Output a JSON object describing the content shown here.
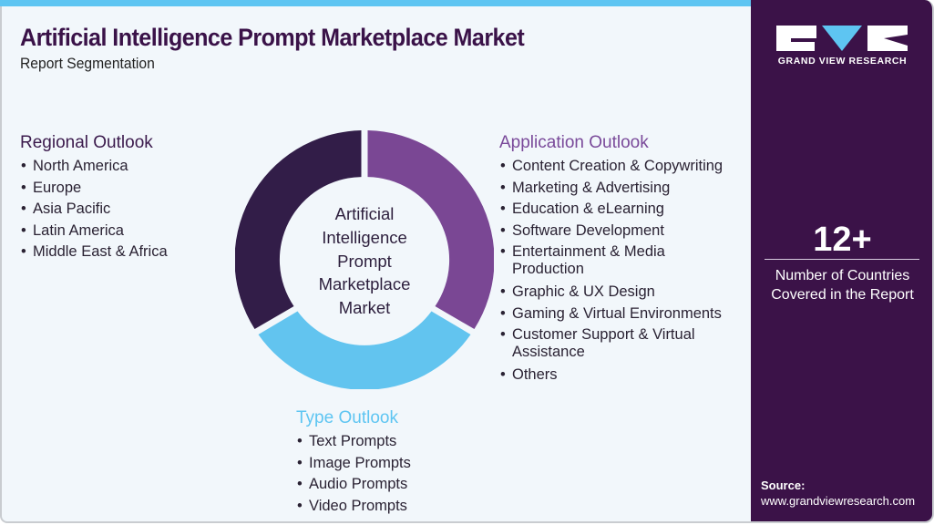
{
  "header": {
    "title": "Artificial Intelligence Prompt Marketplace Market",
    "subtitle": "Report Segmentation"
  },
  "center_label": "Artificial Intelligence Prompt Marketplace Market",
  "center_label_lines": [
    "Artificial",
    "Intelligence",
    "Prompt",
    "Marketplace",
    "Market"
  ],
  "segments": {
    "regional": {
      "title": "Regional Outlook",
      "items": [
        "North America",
        "Europe",
        "Asia Pacific",
        "Latin America",
        "Middle East & Africa"
      ]
    },
    "application": {
      "title": "Application Outlook",
      "items": [
        "Content Creation & Copywriting",
        "Marketing & Advertising",
        "Education & eLearning",
        "Software Development",
        "Entertainment & Media Production",
        "Graphic & UX Design",
        "Gaming & Virtual Environments",
        "Customer Support & Virtual Assistance",
        "Others"
      ]
    },
    "type": {
      "title": "Type Outlook",
      "items": [
        "Text Prompts",
        "Image Prompts",
        "Audio Prompts",
        "Video Prompts"
      ]
    }
  },
  "donut": {
    "segments": [
      {
        "name": "Application Outlook",
        "color": "#7a4794"
      },
      {
        "name": "Type Outlook",
        "color": "#62c4ef"
      },
      {
        "name": "Regional Outlook",
        "color": "#321d48"
      }
    ]
  },
  "side_panel": {
    "brand": "GRAND VIEW RESEARCH",
    "stat_value": "12+",
    "stat_label_line1": "Number of Countries",
    "stat_label_line2": "Covered in the Report",
    "source_label": "Source:",
    "source_url": "www.grandviewresearch.com"
  },
  "colors": {
    "accent_blue": "#5ec5f2",
    "brand_purple": "#3b1248",
    "application_purple": "#7a4a9a",
    "background": "#f2f7fb"
  }
}
